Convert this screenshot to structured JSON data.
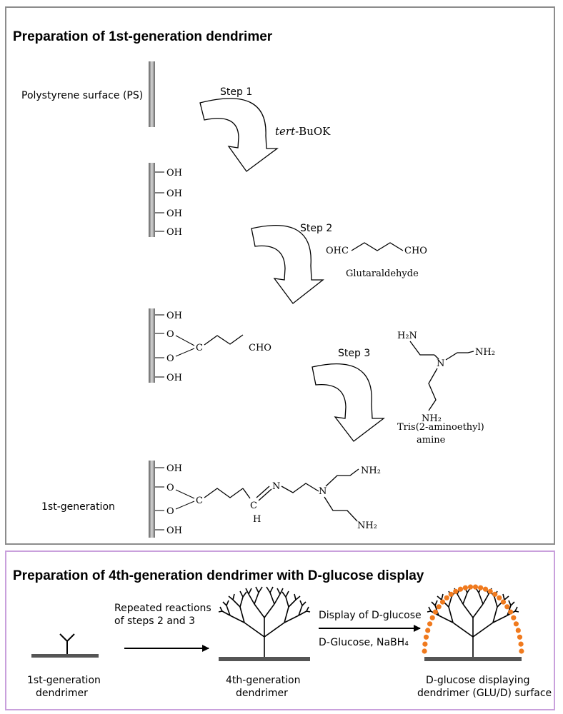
{
  "panel1": {
    "title": "Preparation of 1st-generation dendrimer",
    "ps_label": "Polystyrene surface (PS)",
    "step1": "Step 1",
    "step1_reagent_italic": "tert",
    "step1_reagent_rest": "-BuOK",
    "oh": "OH",
    "o": "O",
    "step2": "Step 2",
    "glut_left": "OHC",
    "glut_right": "CHO",
    "glut_name": "Glutaraldehyde",
    "c_atom": "C",
    "cho": "CHO",
    "step3": "Step 3",
    "nh2_top": "H₂N",
    "nh2_right": "NH₂",
    "nh2_bottom": "NH₂",
    "n_atom": "N",
    "tris_name_line1": "Tris(2-aminoethyl)",
    "tris_name_line2": "amine",
    "gen1_label": "1st-generation",
    "h_atom": "H",
    "nh2_gen1_top": "NH₂",
    "nh2_gen1_bottom": "NH₂"
  },
  "panel2": {
    "title": "Preparation of 4th-generation dendrimer with D-glucose display",
    "arrow1_line1": "Repeated reactions",
    "arrow1_line2": "of steps 2 and 3",
    "arrow2_top": "Display of D-glucose",
    "arrow2_bottom": "D-Glucose, NaBH₄",
    "label1_line1": "1st-generation",
    "label1_line2": "dendrimer",
    "label2_line1": "4th-generation",
    "label2_line2": "dendrimer",
    "label3_line1": "D-glucose displaying",
    "label3_line2": "dendrimer (GLU/D) surface"
  },
  "colors": {
    "panel1_border": "#8c8c8c",
    "panel2_border": "#c9a0dc",
    "glucose_dot": "#f07a1e",
    "surface": "#555555"
  }
}
